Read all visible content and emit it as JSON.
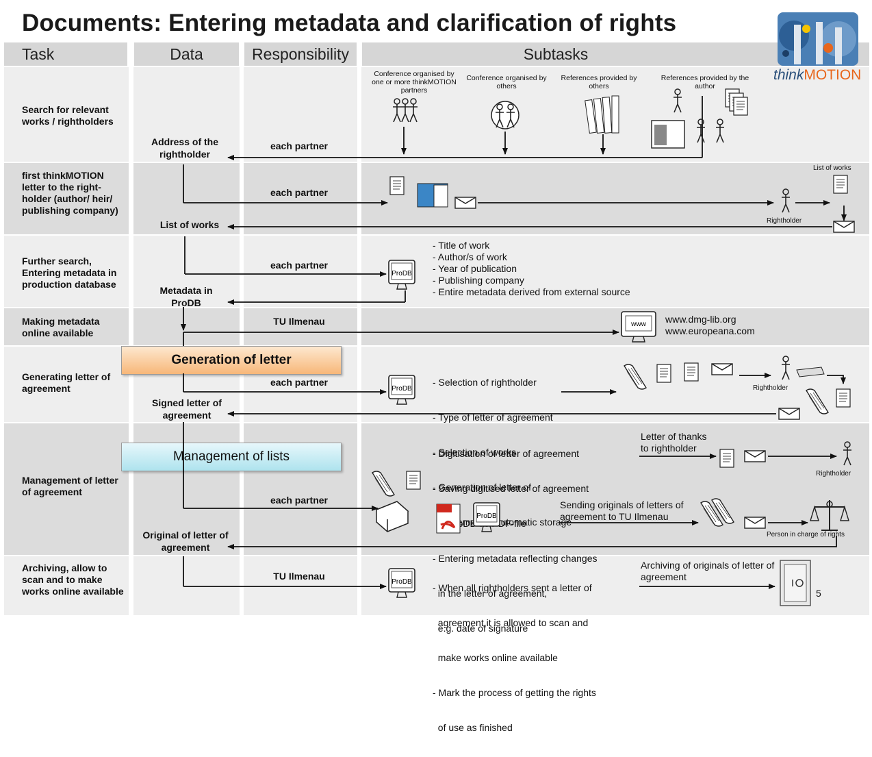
{
  "title": "Documents: Entering metadata and clarification of rights",
  "headers": {
    "task": "Task",
    "data": "Data",
    "responsibility": "Responsibility",
    "subtasks": "Subtasks"
  },
  "logo": {
    "text_think": "think",
    "text_motion": "MOTION",
    "accent": "#e8661c"
  },
  "rows": [
    {
      "task": "Search for relevant works / rightholders",
      "data": "Address of the rightholder",
      "responsibility": "each partner"
    },
    {
      "task": "first thinkMOTION letter to the right-holder (author/ heir/ publishing company)",
      "data": "List of works",
      "responsibility": "each partner"
    },
    {
      "task": "Further search, Entering metadata in production database",
      "data": "Metadata in ProDB",
      "responsibility": "each partner"
    },
    {
      "task": "Making metadata online available",
      "data": "",
      "responsibility": "TU Ilmenau"
    },
    {
      "task": "Generating letter of agreement",
      "data": "Signed letter of agreement",
      "responsibility": "each partner"
    },
    {
      "task": "Management of letter of agreement",
      "data": "Original of letter of agreement",
      "responsibility": "each partner"
    },
    {
      "task": "Archiving, allow to scan and to make works online available",
      "data": "",
      "responsibility": "TU Ilmenau"
    }
  ],
  "row1": {
    "source1": "Conference organised by one or more thinkMOTION partners",
    "source2": "Conference organised by others",
    "source3": "References provided by others",
    "source4": "References provided by the author"
  },
  "row2": {
    "list_of_works": "List of works",
    "rightholder": "Rightholder"
  },
  "row3": {
    "items": [
      "- Title of work",
      "- Author/s of work",
      "- Year of publication",
      "- Publishing company",
      "- Entire metadata derived from external source"
    ]
  },
  "row4": {
    "links": [
      "www.dmg-lib.org",
      "www.europeana.com"
    ],
    "www_label": "www"
  },
  "row5": {
    "items": [
      "- Selection of rightholder",
      "- Type of letter of agreement",
      "- Selection of works",
      "- Generation of letter of",
      "  agreement & automatic storage"
    ],
    "rightholder": "Rightholder"
  },
  "row6": {
    "items": [
      "- Digitisation of letter of agreement",
      "- Saving digitised letter of agreement",
      "  in ProDB as PDF-file",
      "- Entering metadata reflecting changes",
      "  in the letter of agreement,",
      "  e.g. date of signature"
    ],
    "thanks": "Letter of thanks to rightholder",
    "rightholder": "Rightholder",
    "sending": "Sending originals of letters of agreement to TU Ilmenau",
    "person": "Person in charge of rights"
  },
  "row7": {
    "items": [
      "- When all rightholders sent a letter of",
      "  agreement it is allowed to scan and",
      "  make works online available",
      "- Mark the process of getting the rights",
      "  of use as finished"
    ],
    "archiving": "Archiving of originals of letter of agreement"
  },
  "prodb": "ProDB",
  "callouts": {
    "generation": "Generation of letter",
    "management": "Management of lists"
  },
  "page_number": "5"
}
